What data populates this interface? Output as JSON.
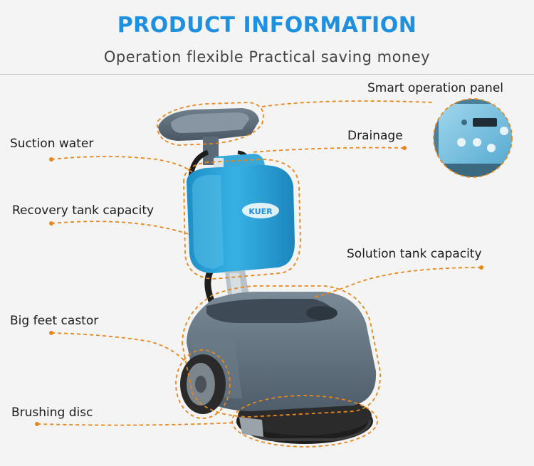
{
  "header": {
    "title": "PRODUCT INFORMATION",
    "subtitle": "Operation flexible Practical saving money"
  },
  "product": {
    "brand_logo": "KUER"
  },
  "callouts": {
    "smart_operation_panel": "Smart operation panel",
    "suction_water": "Suction water",
    "drainage": "Drainage",
    "recovery_tank_capacity": "Recovery tank capacity",
    "solution_tank_capacity": "Solution tank capacity",
    "big_feet_castor": "Big feet castor",
    "brushing_disc": "Brushing disc"
  },
  "colors": {
    "title_blue": "#1f8fe0",
    "callout_orange": "#e8861a",
    "tank_blue": "#2ea6db",
    "body_gray": "#5e6e7c"
  }
}
